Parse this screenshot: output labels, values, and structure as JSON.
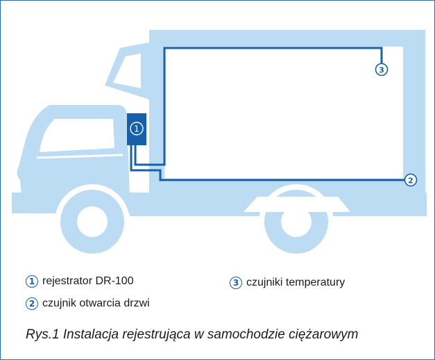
{
  "markers": {
    "m1": "1",
    "m2": "2",
    "m3": "3"
  },
  "legend": [
    {
      "num": "1",
      "label": "rejestrator DR-100"
    },
    {
      "num": "2",
      "label": "czujnik otwarcia drzwi"
    },
    {
      "num": "3",
      "label": "czujniki temperatury"
    }
  ],
  "caption": "Rys.1 Instalacja rejestrująca w samochodzie ciężarowym",
  "colors": {
    "truck": "#bcdcf3",
    "wire": "#1560a8",
    "recorder": "#1560a8",
    "frame": "#2c6fb0"
  }
}
